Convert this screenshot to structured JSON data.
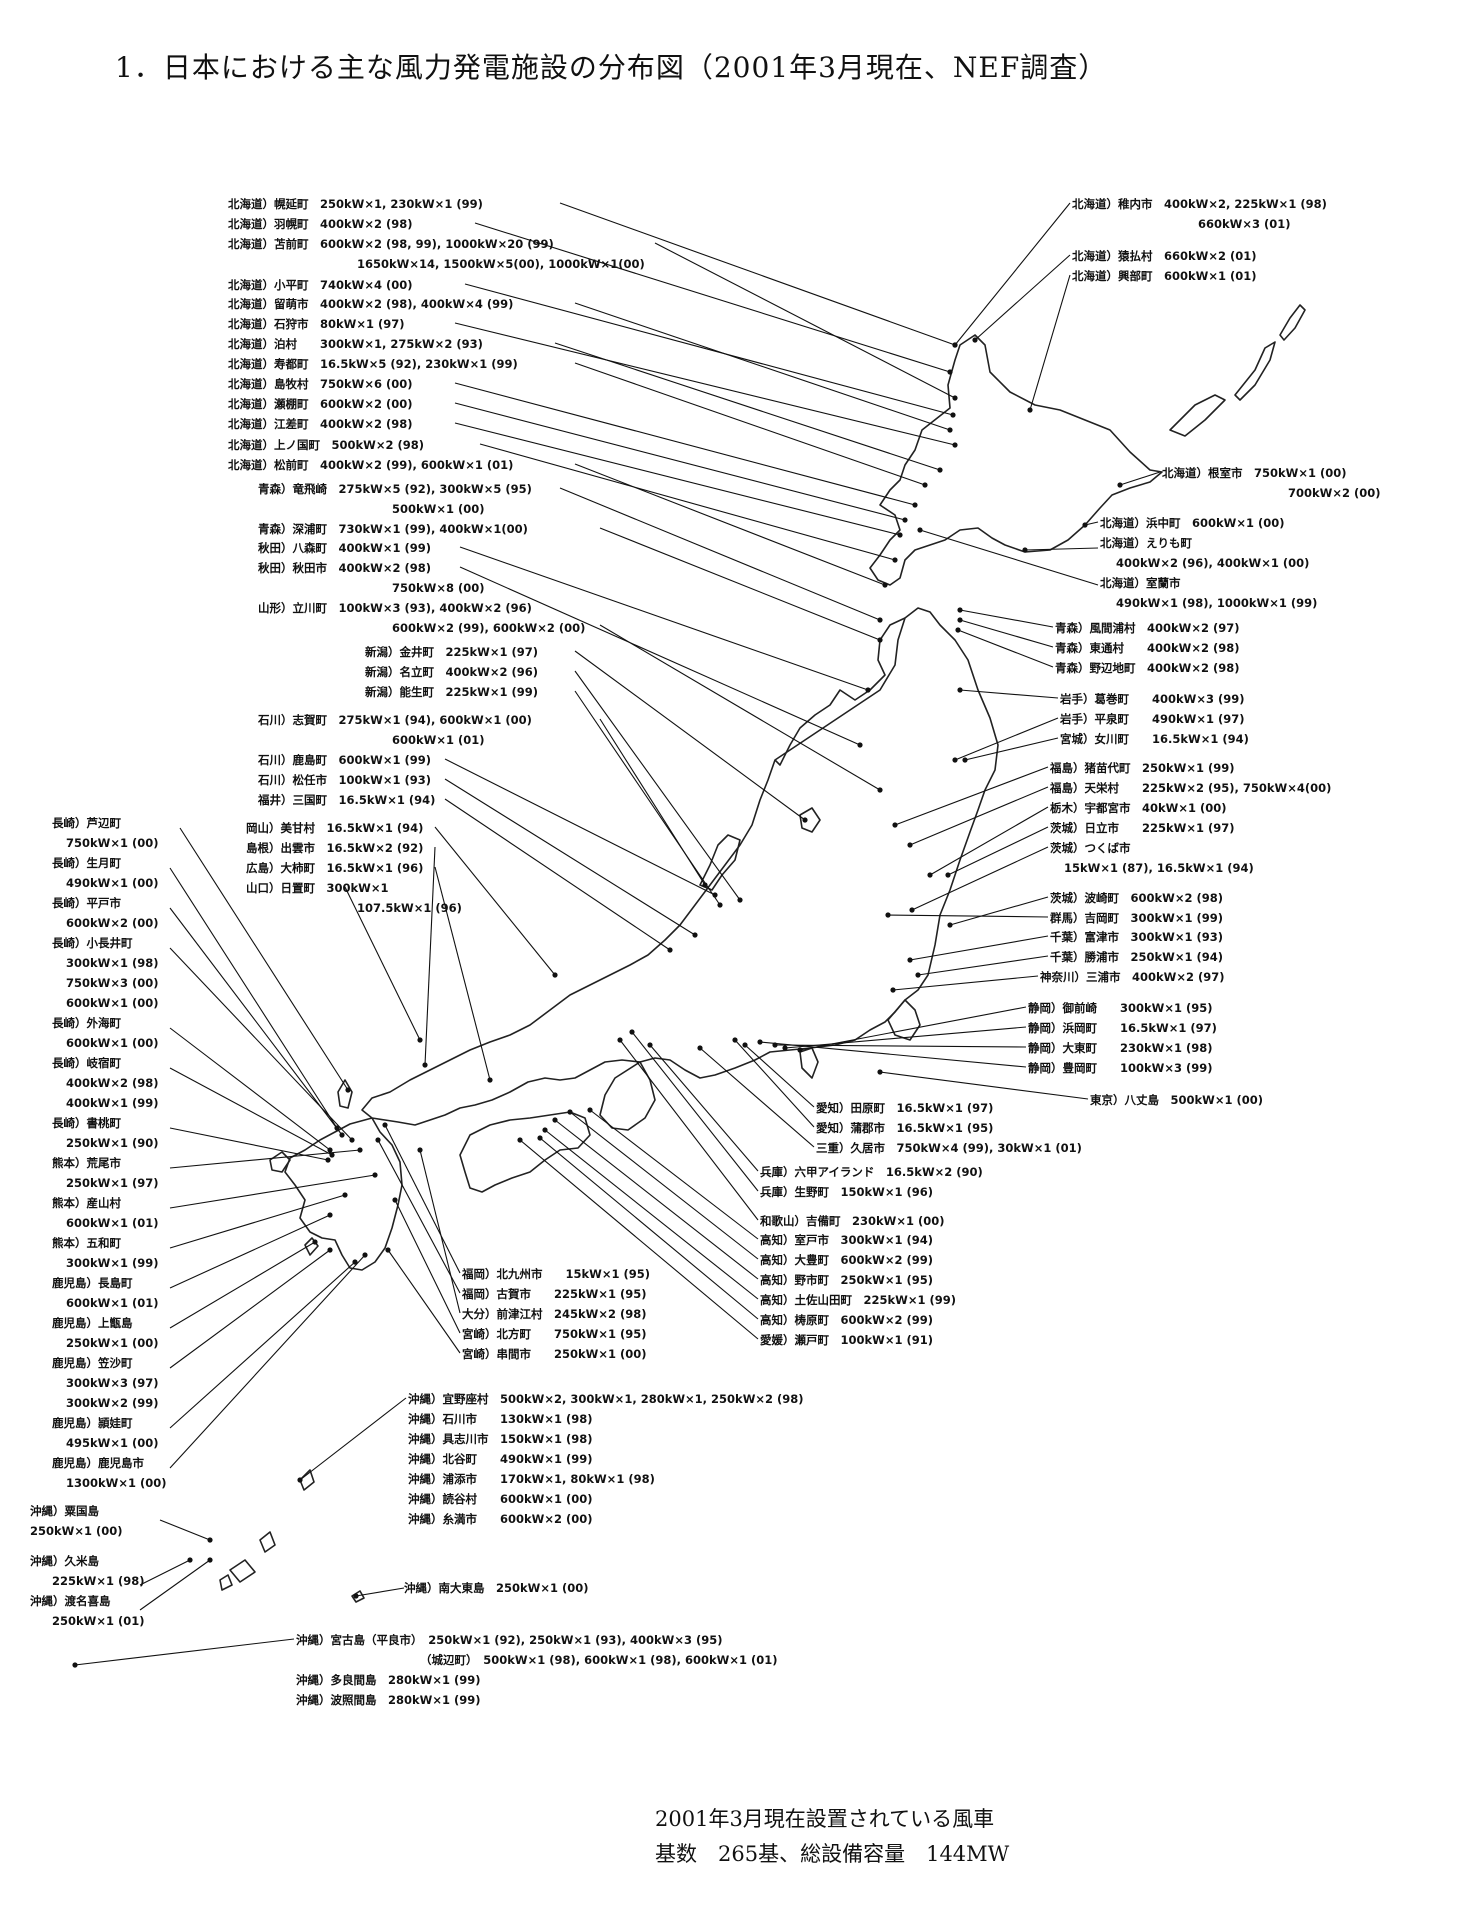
{
  "title": "1．日本における主な風力発電施設の分布図（2001年3月現在、NEF調査）",
  "footer": {
    "line1": "2001年3月現在設置されている風車",
    "line2": "基数　265基、総設備容量　144MW"
  },
  "colors": {
    "ink": "#111111",
    "background": "#ffffff"
  },
  "labels": [
    {
      "id": "hk-horonobe",
      "text": "北海道）幌延町　250kW×1, 230kW×1 (99)"
    },
    {
      "id": "hk-haboro",
      "text": "北海道）羽幌町　400kW×2 (98)"
    },
    {
      "id": "hk-tomamae1",
      "text": "北海道）苫前町　600kW×2 (98, 99), 1000kW×20 (99)"
    },
    {
      "id": "hk-tomamae2",
      "text": "1650kW×14, 1500kW×5(00), 1000kW×1(00)"
    },
    {
      "id": "hk-obira",
      "text": "北海道）小平町　740kW×4 (00)"
    },
    {
      "id": "hk-rumoi",
      "text": "北海道）留萌市　400kW×2 (98), 400kW×4 (99)"
    },
    {
      "id": "hk-ishikari",
      "text": "北海道）石狩市　80kW×1 (97)"
    },
    {
      "id": "hk-tomari",
      "text": "北海道）泊村　　300kW×1, 275kW×2 (93)"
    },
    {
      "id": "hk-suttsu",
      "text": "北海道）寿都町　16.5kW×5 (92), 230kW×1 (99)"
    },
    {
      "id": "hk-shimamaki",
      "text": "北海道）島牧村　750kW×6 (00)"
    },
    {
      "id": "hk-setana",
      "text": "北海道）瀬棚町　600kW×2 (00)"
    },
    {
      "id": "hk-esashi",
      "text": "北海道）江差町　400kW×2 (98)"
    },
    {
      "id": "hk-kaminokuni",
      "text": "北海道）上ノ国町　500kW×2 (98)"
    },
    {
      "id": "hk-matsumae",
      "text": "北海道）松前町　400kW×2 (99), 600kW×1 (01)"
    },
    {
      "id": "ao-tappi1",
      "text": "青森）竜飛崎　275kW×5 (92), 300kW×5 (95)"
    },
    {
      "id": "ao-tappi2",
      "text": "500kW×1 (00)"
    },
    {
      "id": "ao-fukaura",
      "text": "青森）深浦町　730kW×1 (99), 400kW×1(00)"
    },
    {
      "id": "ak-hachimori",
      "text": "秋田）八森町　400kW×1 (99)"
    },
    {
      "id": "ak-akita1",
      "text": "秋田）秋田市　400kW×2 (98)"
    },
    {
      "id": "ak-akita2",
      "text": "750kW×8 (00)"
    },
    {
      "id": "ym-tachikawa1",
      "text": "山形）立川町　100kW×3 (93), 400kW×2 (96)"
    },
    {
      "id": "ym-tachikawa2",
      "text": "600kW×2 (99), 600kW×2 (00)"
    },
    {
      "id": "ng-kanai",
      "text": "新潟）金井町　225kW×1 (97)"
    },
    {
      "id": "ng-nadachi",
      "text": "新潟）名立町　400kW×2 (96)"
    },
    {
      "id": "ng-nou",
      "text": "新潟）能生町　225kW×1 (99)"
    },
    {
      "id": "is-shika1",
      "text": "石川）志賀町　275kW×1 (94), 600kW×1 (00)"
    },
    {
      "id": "is-shika2",
      "text": "600kW×1 (01)"
    },
    {
      "id": "is-kashima",
      "text": "石川）鹿島町　600kW×1 (99)"
    },
    {
      "id": "is-matto",
      "text": "石川）松任市　100kW×1 (93)"
    },
    {
      "id": "fk-mikuni",
      "text": "福井）三国町　16.5kW×1 (94)"
    },
    {
      "id": "ok-bisei",
      "text": "岡山）美甘村　16.5kW×1 (94)"
    },
    {
      "id": "sm-izumo",
      "text": "島根）出雲市　16.5kW×2 (92)"
    },
    {
      "id": "hs-otake",
      "text": "広島）大柿町　16.5kW×1 (96)"
    },
    {
      "id": "yg-hioki1",
      "text": "山口）日置町　300kW×1"
    },
    {
      "id": "yg-hioki2",
      "text": "107.5kW×1 (96)"
    },
    {
      "id": "ns-ashibe1",
      "text": "長崎）芦辺町"
    },
    {
      "id": "ns-ashibe2",
      "text": "750kW×1 (00)"
    },
    {
      "id": "ns-ikitsuki1",
      "text": "長崎）生月町"
    },
    {
      "id": "ns-ikitsuki2",
      "text": "490kW×1 (00)"
    },
    {
      "id": "ns-hirado1",
      "text": "長崎）平戸市"
    },
    {
      "id": "ns-hirado2",
      "text": "600kW×2 (00)"
    },
    {
      "id": "ns-konagai1",
      "text": "長崎）小長井町"
    },
    {
      "id": "ns-konagai2",
      "text": "300kW×1 (98)"
    },
    {
      "id": "ns-konagai3",
      "text": "750kW×3 (00)"
    },
    {
      "id": "ns-konagai4",
      "text": "600kW×1 (00)"
    },
    {
      "id": "ns-sotome1",
      "text": "長崎）外海町"
    },
    {
      "id": "ns-sotome2",
      "text": "600kW×1 (00)"
    },
    {
      "id": "ns-kishika1",
      "text": "長崎）岐宿町"
    },
    {
      "id": "ns-kishika2",
      "text": "400kW×2 (98)"
    },
    {
      "id": "ns-kishika3",
      "text": "400kW×1 (99)"
    },
    {
      "id": "ns-shitsu1",
      "text": "長崎）書桃町"
    },
    {
      "id": "ns-shitsu2",
      "text": "250kW×1 (90)"
    },
    {
      "id": "km-arao1",
      "text": "熊本）荒尾市"
    },
    {
      "id": "km-arao2",
      "text": "250kW×1 (97)"
    },
    {
      "id": "km-ubuyama1",
      "text": "熊本）産山村"
    },
    {
      "id": "km-ubuyama2",
      "text": "600kW×1 (01)"
    },
    {
      "id": "km-gokase1",
      "text": "熊本）五和町"
    },
    {
      "id": "km-gokase2",
      "text": "300kW×1 (99)"
    },
    {
      "id": "kg-nagashima1",
      "text": "鹿児島）長島町"
    },
    {
      "id": "kg-nagashima2",
      "text": "600kW×1 (01)"
    },
    {
      "id": "kg-kamikoshiki1",
      "text": "鹿児島）上甑島"
    },
    {
      "id": "kg-kamikoshiki2",
      "text": "250kW×1 (00)"
    },
    {
      "id": "kg-kasari1",
      "text": "鹿児島）笠沙町"
    },
    {
      "id": "kg-kasari2",
      "text": "300kW×3 (97)"
    },
    {
      "id": "kg-kasari3",
      "text": "300kW×2 (99)"
    },
    {
      "id": "kg-kaimon1",
      "text": "鹿児島）頴娃町"
    },
    {
      "id": "kg-kaimon2",
      "text": "495kW×1 (00)"
    },
    {
      "id": "kg-kagoshima1",
      "text": "鹿児島）鹿児島市"
    },
    {
      "id": "kg-kagoshima2",
      "text": "1300kW×1 (00)"
    },
    {
      "id": "on-aguni1",
      "text": "沖縄）粟国島"
    },
    {
      "id": "on-aguni2",
      "text": "250kW×1 (00)"
    },
    {
      "id": "on-kume1",
      "text": "沖縄）久米島"
    },
    {
      "id": "on-kume2",
      "text": "225kW×1 (98)"
    },
    {
      "id": "on-tonaki1",
      "text": "沖縄）渡名喜島"
    },
    {
      "id": "on-tonaki2",
      "text": "250kW×1 (01)"
    },
    {
      "id": "hk-wakkanai1",
      "text": "北海道）稚内市　400kW×2, 225kW×1 (98)"
    },
    {
      "id": "hk-wakkanai2",
      "text": "660kW×3 (01)"
    },
    {
      "id": "hk-sarufutsu",
      "text": "北海道）猿払村　660kW×2 (01)"
    },
    {
      "id": "hk-okoppe",
      "text": "北海道）興部町　600kW×1 (01)"
    },
    {
      "id": "hk-nemuro1",
      "text": "北海道）根室市　750kW×1 (00)"
    },
    {
      "id": "hk-nemuro2",
      "text": "700kW×2 (00)"
    },
    {
      "id": "hk-hamanaka",
      "text": "北海道）浜中町　600kW×1 (00)"
    },
    {
      "id": "hk-erimo1",
      "text": "北海道）えりも町"
    },
    {
      "id": "hk-erimo2",
      "text": "400kW×2 (96), 400kW×1 (00)"
    },
    {
      "id": "hk-muroran1",
      "text": "北海道）室蘭市"
    },
    {
      "id": "hk-muroran2",
      "text": "490kW×1 (98), 1000kW×1 (99)"
    },
    {
      "id": "ao-kazamaura",
      "text": "青森）風間浦村　400kW×2 (97)"
    },
    {
      "id": "ao-higashidori",
      "text": "青森）東通村　　400kW×2 (98)"
    },
    {
      "id": "ao-nohejichi",
      "text": "青森）野辺地町　400kW×2 (98)"
    },
    {
      "id": "iw-kuzumaki",
      "text": "岩手）葛巻町　　400kW×3 (99)"
    },
    {
      "id": "iw-hiraizumi",
      "text": "岩手）平泉町　　490kW×1 (97)"
    },
    {
      "id": "mg-onagawa",
      "text": "宮城）女川町　　16.5kW×1 (94)"
    },
    {
      "id": "fs-inawashiro",
      "text": "福島）猪苗代町　250kW×1 (99)"
    },
    {
      "id": "fs-tenei",
      "text": "福島）天栄村　　225kW×2 (95), 750kW×4(00)"
    },
    {
      "id": "tc-utsunomiya",
      "text": "栃木）宇都宮市　40kW×1 (00)"
    },
    {
      "id": "ib-hitachi",
      "text": "茨城）日立市　　225kW×1 (97)"
    },
    {
      "id": "ib-tsukuba1",
      "text": "茨城）つくば市"
    },
    {
      "id": "ib-tsukuba2",
      "text": "15kW×1 (87), 16.5kW×1 (94)"
    },
    {
      "id": "ib-hasaki",
      "text": "茨城）波崎町　600kW×2 (98)"
    },
    {
      "id": "gm-yoshioka",
      "text": "群馬）吉岡町　300kW×1 (99)"
    },
    {
      "id": "cb-futtsu",
      "text": "千葉）富津市　300kW×1 (93)"
    },
    {
      "id": "cb-katsuura",
      "text": "千葉）勝浦市　250kW×1 (94)"
    },
    {
      "id": "kn-miura",
      "text": "神奈川）三浦市　400kW×2 (97)"
    },
    {
      "id": "sz-omaezaki",
      "text": "静岡）御前崎　　300kW×1 (95)"
    },
    {
      "id": "sz-hamaoka",
      "text": "静岡）浜岡町　　16.5kW×1 (97)"
    },
    {
      "id": "sz-daito",
      "text": "静岡）大東町　　230kW×1 (98)"
    },
    {
      "id": "sz-toyoda",
      "text": "静岡）豊岡町　　100kW×3 (99)"
    },
    {
      "id": "tk-hachijo",
      "text": "東京）八丈島　500kW×1 (00)"
    },
    {
      "id": "ac-tahara",
      "text": "愛知）田原町　16.5kW×1 (97)"
    },
    {
      "id": "ac-gamagori",
      "text": "愛知）蒲郡市　16.5kW×1 (95)"
    },
    {
      "id": "me-kumano",
      "text": "三重）久居市　750kW×4 (99), 30kW×1 (01)"
    },
    {
      "id": "hg-rokko",
      "text": "兵庫）六甲アイランド　16.5kW×2 (90)"
    },
    {
      "id": "hg-ikuno",
      "text": "兵庫）生野町　150kW×1 (96)"
    },
    {
      "id": "wk-yoshibi",
      "text": "和歌山）吉備町　230kW×1 (00)"
    },
    {
      "id": "kc-muroto",
      "text": "高知）室戸市　300kW×1 (94)"
    },
    {
      "id": "kc-otoyo",
      "text": "高知）大豊町　600kW×2 (99)"
    },
    {
      "id": "kc-noichi",
      "text": "高知）野市町　250kW×1 (95)"
    },
    {
      "id": "kc-tosayamada",
      "text": "高知）土佐山田町　225kW×1 (99)"
    },
    {
      "id": "kc-yusuhara",
      "text": "高知）梼原町　600kW×2 (99)"
    },
    {
      "id": "eh-seto",
      "text": "愛媛）瀬戸町　100kW×1 (91)"
    },
    {
      "id": "fo-kitakyushu",
      "text": "福岡）北九州市　　15kW×1 (95)"
    },
    {
      "id": "fo-koga",
      "text": "福岡）古賀市　　225kW×1 (95)"
    },
    {
      "id": "oi-maetsue",
      "text": "大分）前津江村　245kW×2 (98)"
    },
    {
      "id": "mz-kitakata",
      "text": "宮崎）北方町　　750kW×1 (95)"
    },
    {
      "id": "mz-kushima",
      "text": "宮崎）串間市　　250kW×1 (00)"
    },
    {
      "id": "on-ginoza",
      "text": "沖縄）宜野座村　500kW×2, 300kW×1, 280kW×1, 250kW×2 (98)"
    },
    {
      "id": "on-ishikawa",
      "text": "沖縄）石川市　　130kW×1 (98)"
    },
    {
      "id": "on-gushikawa",
      "text": "沖縄）具志川市　150kW×1 (98)"
    },
    {
      "id": "on-chatan",
      "text": "沖縄）北谷町　　490kW×1 (99)"
    },
    {
      "id": "on-urasoe",
      "text": "沖縄）浦添市　　170kW×1, 80kW×1 (98)"
    },
    {
      "id": "on-yomitan",
      "text": "沖縄）読谷村　　600kW×1 (00)"
    },
    {
      "id": "on-itoman",
      "text": "沖縄）糸満市　　600kW×2 (00)"
    },
    {
      "id": "on-minamidaito",
      "text": "沖縄）南大東島　250kW×1 (00)"
    },
    {
      "id": "on-miyako1",
      "text": "沖縄）宮古島（平良市）　250kW×1 (92), 250kW×1 (93), 400kW×3 (95)"
    },
    {
      "id": "on-miyako2",
      "text": "（城辺町）　500kW×1 (98), 600kW×1 (98), 600kW×1 (01)"
    },
    {
      "id": "on-tarama",
      "text": "沖縄）多良間島　280kW×1 (99)"
    },
    {
      "id": "on-hateruma",
      "text": "沖縄）波照間島　280kW×1 (99)"
    }
  ]
}
